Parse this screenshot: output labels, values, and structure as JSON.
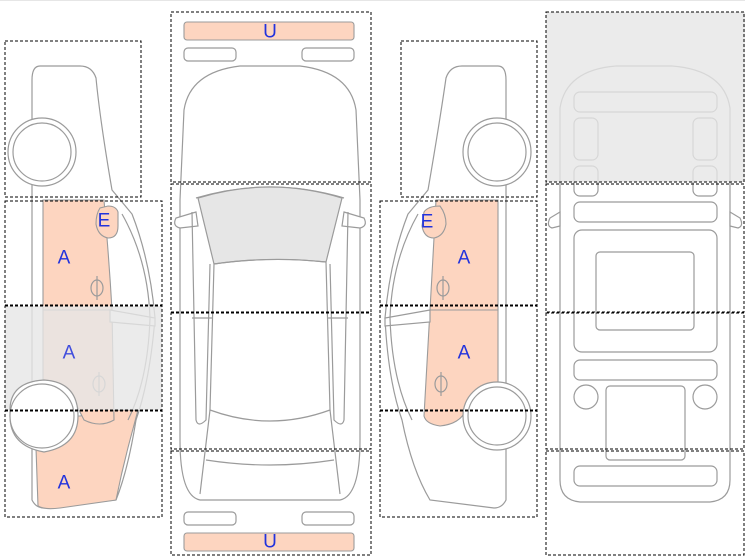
{
  "damage_marks": {
    "left_front_door": "A",
    "left_rear_door": "A",
    "left_rear_quarter": "A",
    "left_fuel_lid": "E",
    "front_bumper": "U",
    "rear_bumper": "U",
    "right_fuel_lid": "E",
    "right_front_door": "A",
    "right_rear_door": "A"
  },
  "colors": {
    "damage_fill": "#fdd5c0",
    "mark_text": "#2233dd",
    "outline": "#9b9b9b",
    "highlight_zone": "#e6e6e6"
  }
}
